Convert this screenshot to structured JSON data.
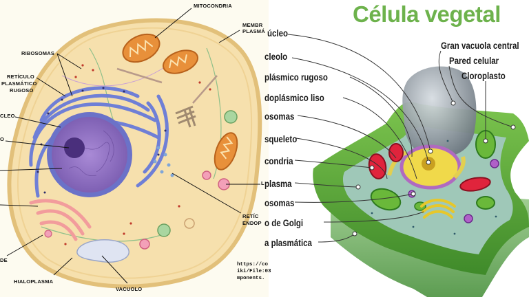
{
  "title": "Célula vegetal",
  "animal_labels": {
    "mitocondria": "MITOCONDRIA",
    "membrana_1": "MEMBR",
    "membrana_2": "PLASMÁ",
    "ribosomas": "RIBOSOMAS",
    "reticulo_1": "RETÍCULO",
    "reticulo_2": "PLASMÁTICO",
    "reticulo_3": "RUGOSO",
    "nucleo": "CLEO",
    "nucleolo": "O",
    "lisosoma": "DE",
    "hialoplasma": "HIALOPLASMA",
    "vacuolo": "VACUOLO",
    "reticulo_liso_1": "RETÍC",
    "reticulo_liso_2": "ENDOP",
    "rl": "L"
  },
  "plant_labels": [
    "úcleo",
    "cleolo",
    "plásmico rugoso",
    "doplásmico liso",
    "osomas",
    "squeleto",
    "condria",
    "plasma",
    "osomas",
    "o de Golgi",
    "a plasmática"
  ],
  "plant_right_labels": {
    "vacuola": "Gran vacuola central",
    "pared": "Pared celular",
    "cloroplasto": "Cloroplasto"
  },
  "credit_lines": [
    "https://co",
    "iki/File:03",
    "mponents."
  ],
  "colors": {
    "title_green": "#6db24c",
    "cytoplasm": "#f7dfa6",
    "nucleus": "#8e6fc0",
    "er": "#6f7fd6",
    "mitochondria": "#e8903a",
    "cell_wall": "#5ea83a",
    "vacuole": "#9aa3ab"
  }
}
